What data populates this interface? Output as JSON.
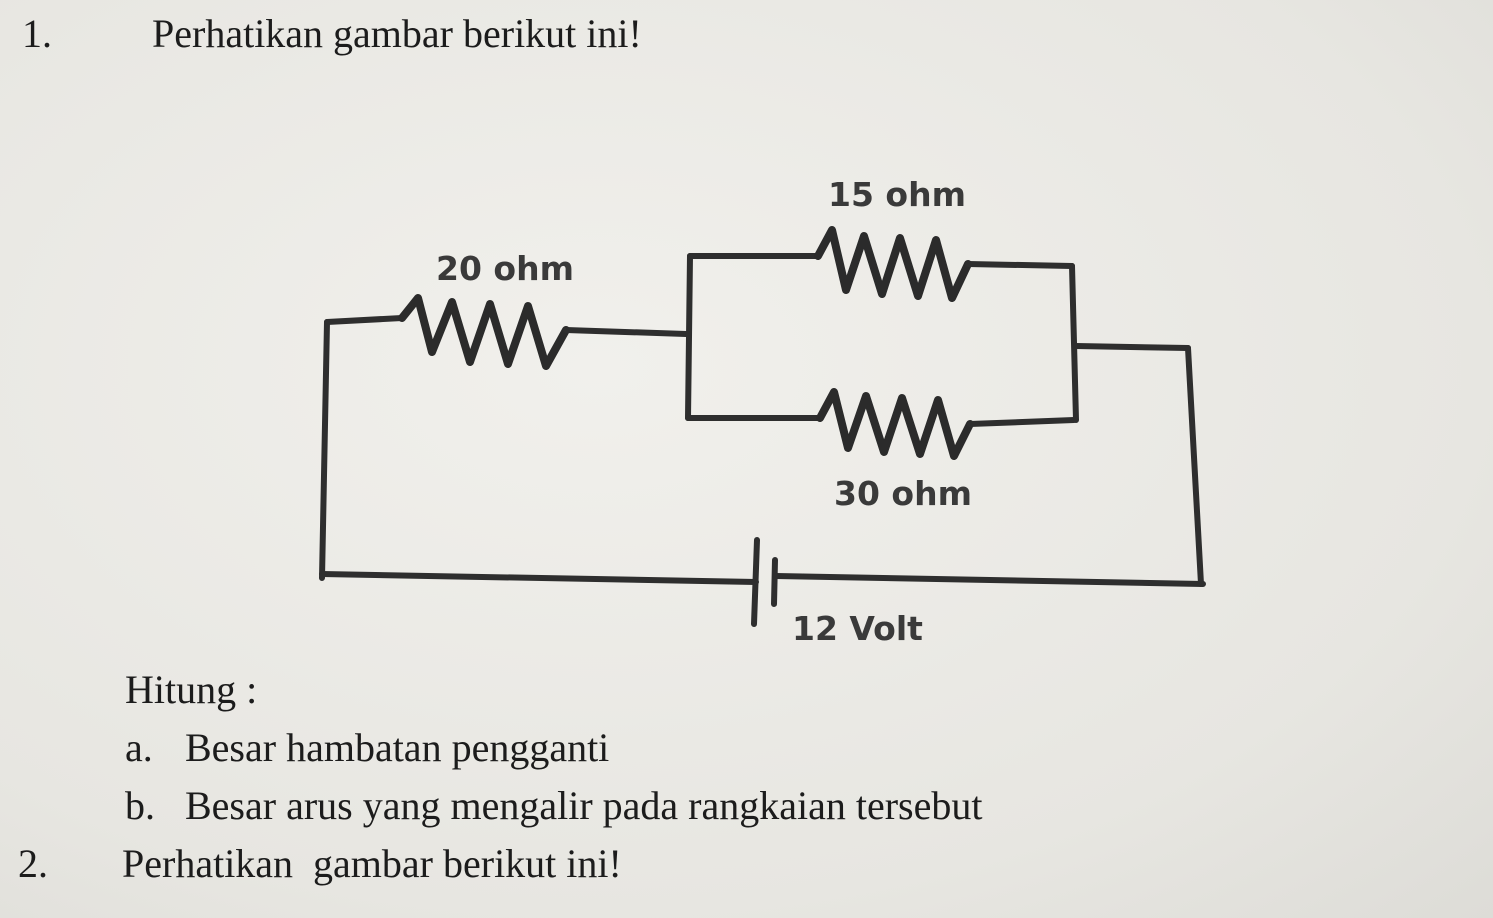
{
  "question1": {
    "number": "1.",
    "prompt": "Perhatikan gambar berikut ini!"
  },
  "circuit": {
    "r1_label": "20 ohm",
    "r2_label": "15 ohm",
    "r3_label": "30 ohm",
    "battery_label": "12 Volt"
  },
  "tasks": {
    "heading": "Hitung :",
    "items": [
      {
        "letter": "a.",
        "text": "Besar hambatan pengganti"
      },
      {
        "letter": "b.",
        "text": "Besar arus yang mengalir pada rangkaian tersebut"
      }
    ]
  },
  "question2": {
    "number": "2.",
    "prompt": "Perhatikan  gambar berikut ini!"
  }
}
